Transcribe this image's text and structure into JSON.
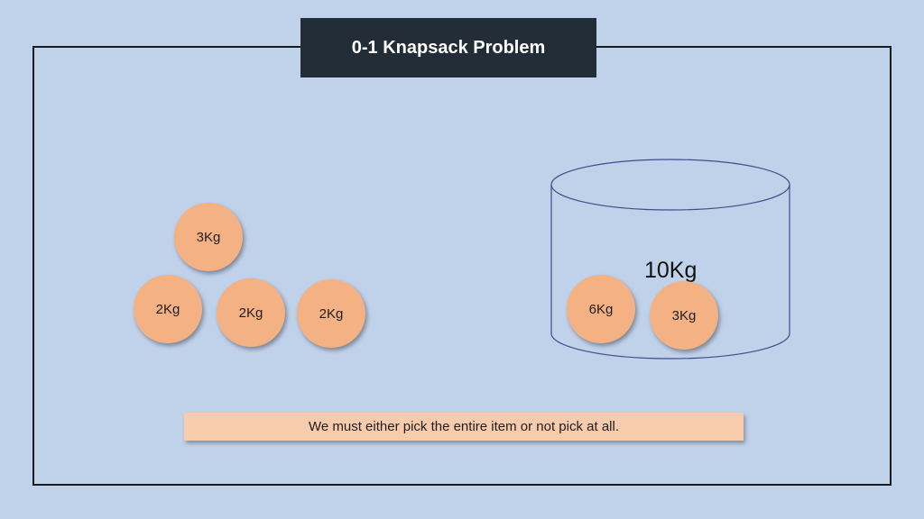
{
  "title": "0-1 Knapsack Problem",
  "loose_items": [
    {
      "label": "3Kg"
    },
    {
      "label": "2Kg"
    },
    {
      "label": "2Kg"
    },
    {
      "label": "2Kg"
    }
  ],
  "knapsack": {
    "capacity_label": "10Kg",
    "items": [
      {
        "label": "6Kg"
      },
      {
        "label": "3Kg"
      }
    ]
  },
  "note": "We must either pick the entire item or not pick at all.",
  "colors": {
    "background": "#c0d1ea",
    "title_bg": "#232d38",
    "item_fill": "#f4b183",
    "note_bg": "#f8cbad",
    "knapsack_stroke": "#3b4f8c"
  }
}
